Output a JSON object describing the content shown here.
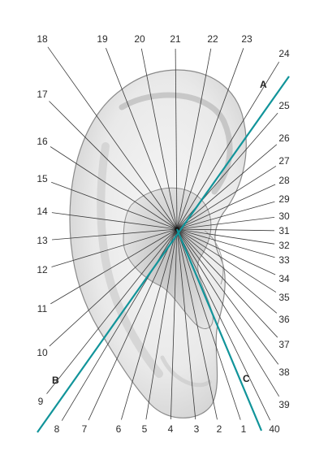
{
  "colors": {
    "radiating_line": "#3a3a3a",
    "teal_line": "#11949a",
    "ear_fill": "#ededed",
    "ear_shadow": "#bdbdbd",
    "ear_outline": "#8a8a8a",
    "number_text": "#2b2b2b"
  },
  "line_numbers": [
    "1",
    "2",
    "3",
    "4",
    "5",
    "6",
    "7",
    "8",
    "9",
    "10",
    "11",
    "12",
    "13",
    "14",
    "15",
    "16",
    "17",
    "18",
    "19",
    "20",
    "21",
    "22",
    "23",
    "24",
    "25",
    "26",
    "27",
    "28",
    "29",
    "30",
    "31",
    "32",
    "33",
    "34",
    "35",
    "36",
    "37",
    "38",
    "39",
    "40"
  ],
  "axis_labels": {
    "a": "A",
    "b": "B",
    "c": "C"
  }
}
